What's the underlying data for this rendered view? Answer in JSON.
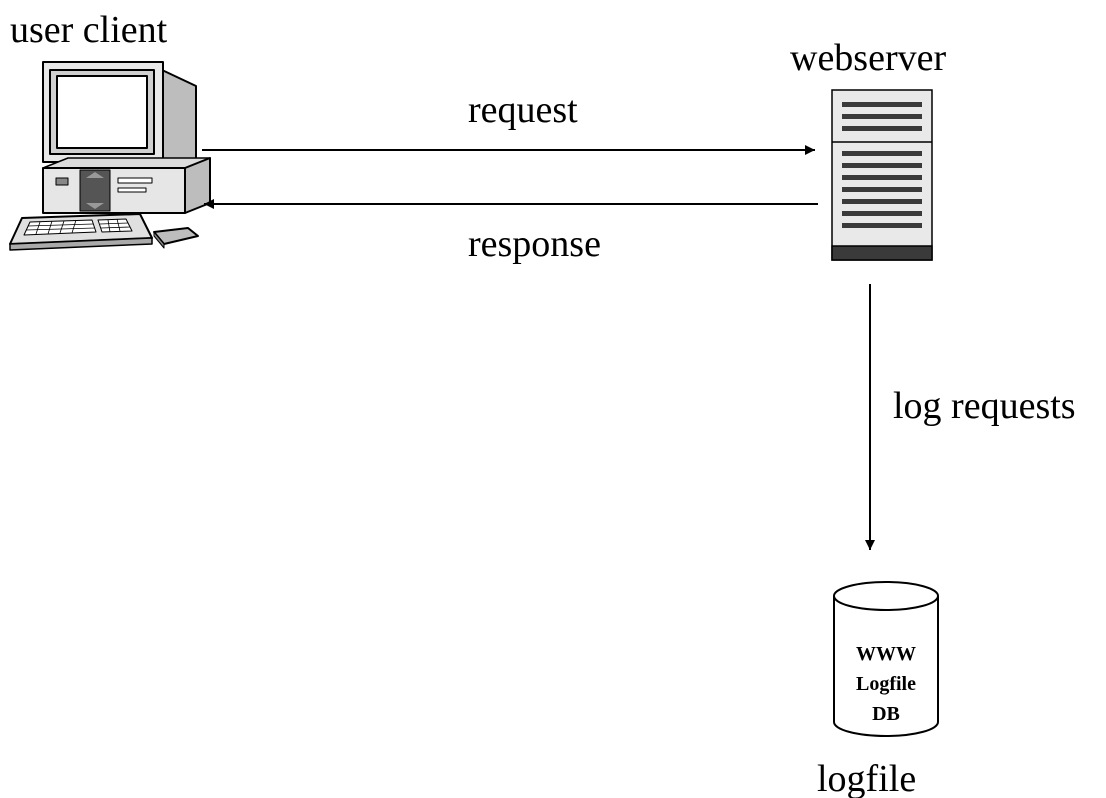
{
  "nodes": {
    "client": {
      "label": "user client"
    },
    "webserver": {
      "label": "webserver"
    },
    "logfile": {
      "label": "logfile",
      "db_lines": [
        "WWW",
        "Logfile",
        "DB"
      ]
    }
  },
  "edges": {
    "request": {
      "label": "request"
    },
    "response": {
      "label": "response"
    },
    "log": {
      "label": "log requests"
    }
  },
  "colors": {
    "stroke": "#000000",
    "monitor_body": "#e8e8e8",
    "screen": "#ffffff",
    "server_body": "#e9e9e9",
    "server_stripe": "#3a3a3a",
    "server_base": "#3a3a3a",
    "db_fill": "#ffffff"
  }
}
